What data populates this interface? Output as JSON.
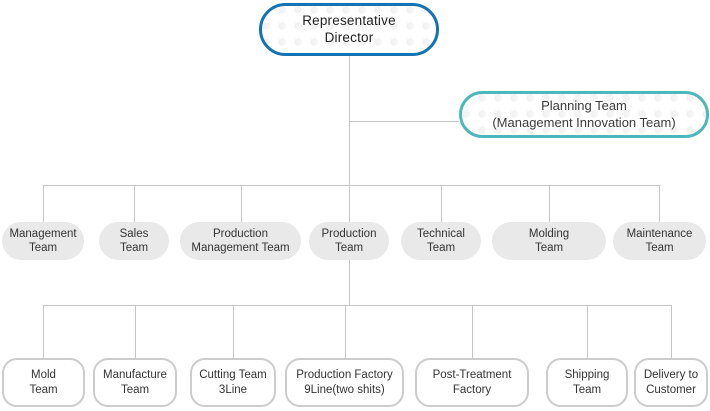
{
  "org": {
    "root": {
      "lines": [
        "Representative",
        "Director"
      ]
    },
    "planning": {
      "lines": [
        "Planning Team",
        "(Management Innovation Team)"
      ]
    },
    "level2": [
      {
        "lines": [
          "Management",
          "Team"
        ]
      },
      {
        "lines": [
          "Sales",
          "Team"
        ]
      },
      {
        "lines": [
          "Production",
          "Management Team"
        ]
      },
      {
        "lines": [
          "Production",
          "Team"
        ]
      },
      {
        "lines": [
          "Technical",
          "Team"
        ]
      },
      {
        "lines": [
          "Molding",
          "Team"
        ]
      },
      {
        "lines": [
          "Maintenance",
          "Team"
        ]
      }
    ],
    "level3": [
      {
        "lines": [
          "Mold",
          "Team"
        ]
      },
      {
        "lines": [
          "Manufacture",
          "Team"
        ]
      },
      {
        "lines": [
          "Cutting Team",
          "3Line"
        ]
      },
      {
        "lines": [
          "Production Factory",
          "9Line(two shits)"
        ]
      },
      {
        "lines": [
          "Post-Treatment",
          "Factory"
        ]
      },
      {
        "lines": [
          "Shipping",
          "Team"
        ]
      },
      {
        "lines": [
          "Delivery to",
          "Customer"
        ]
      }
    ]
  },
  "colors": {
    "root_border": "#1373b5",
    "planning_border": "#4cb8bd",
    "level2_fill": "#e9e9e9",
    "connector": "#c6c6c6",
    "text": "#333333"
  }
}
